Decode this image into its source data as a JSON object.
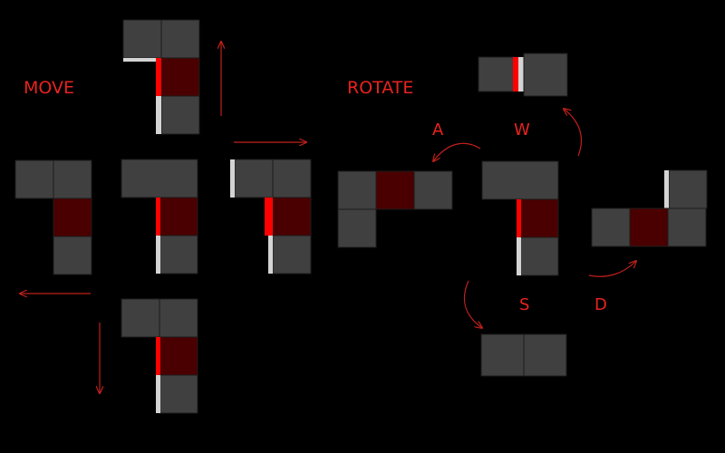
{
  "labels": {
    "move": "MOVE",
    "rotate": "ROTATE",
    "key_a": "A",
    "key_w": "W",
    "key_s": "S",
    "key_d": "D"
  },
  "colors": {
    "background": "#000000",
    "cube_face": "#404040",
    "cube_dark": "#262626",
    "cube_highlight": "#d4d4d4",
    "core_face": "#4a0000",
    "core_edge": "#ff0000",
    "arrow": "#c0201c",
    "text": "#e8231f"
  }
}
